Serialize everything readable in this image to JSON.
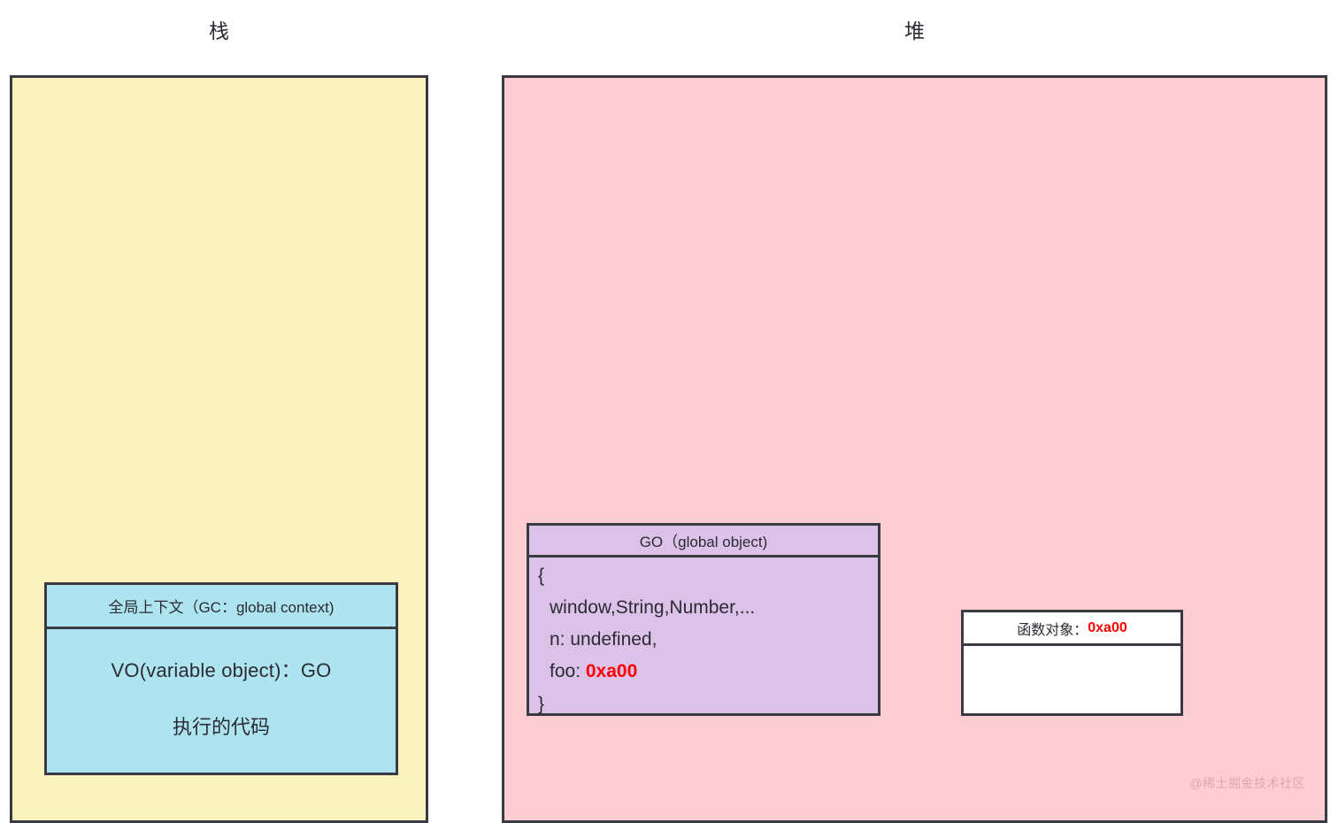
{
  "diagram": {
    "regions": {
      "stack": {
        "title": "栈",
        "bg_color": "#faf3c0",
        "border_color": "#3a3a42"
      },
      "heap": {
        "title": "堆",
        "bg_color": "#fccdd3",
        "border_color": "#3a3a42"
      }
    },
    "global_context": {
      "header": "全局上下文（GC：global context)",
      "vo_line": "VO(variable object)：GO",
      "code_line": "执行的代码",
      "bg_color": "#ade4ef"
    },
    "global_object": {
      "header": "GO（global object)",
      "open_brace": "{",
      "properties": [
        {
          "text": "window,String,Number,...",
          "label": "window,String,Number,...",
          "value": "",
          "value_color": ""
        },
        {
          "text": "n: undefined,",
          "label": "n: ",
          "value": "undefined,",
          "value_color": "#2b2b33"
        },
        {
          "text": "foo: 0xa00",
          "label": "foo: ",
          "value": "0xa00",
          "value_color": "#ff0000"
        }
      ],
      "close_brace": "}",
      "bg_color": "#dcc1e8"
    },
    "function_object": {
      "header_label": "函数对象：",
      "header_address": "0xa00",
      "address_color": "#ff0000",
      "bg_color": "#ffffff"
    },
    "watermark": "@稀土掘金技术社区"
  }
}
